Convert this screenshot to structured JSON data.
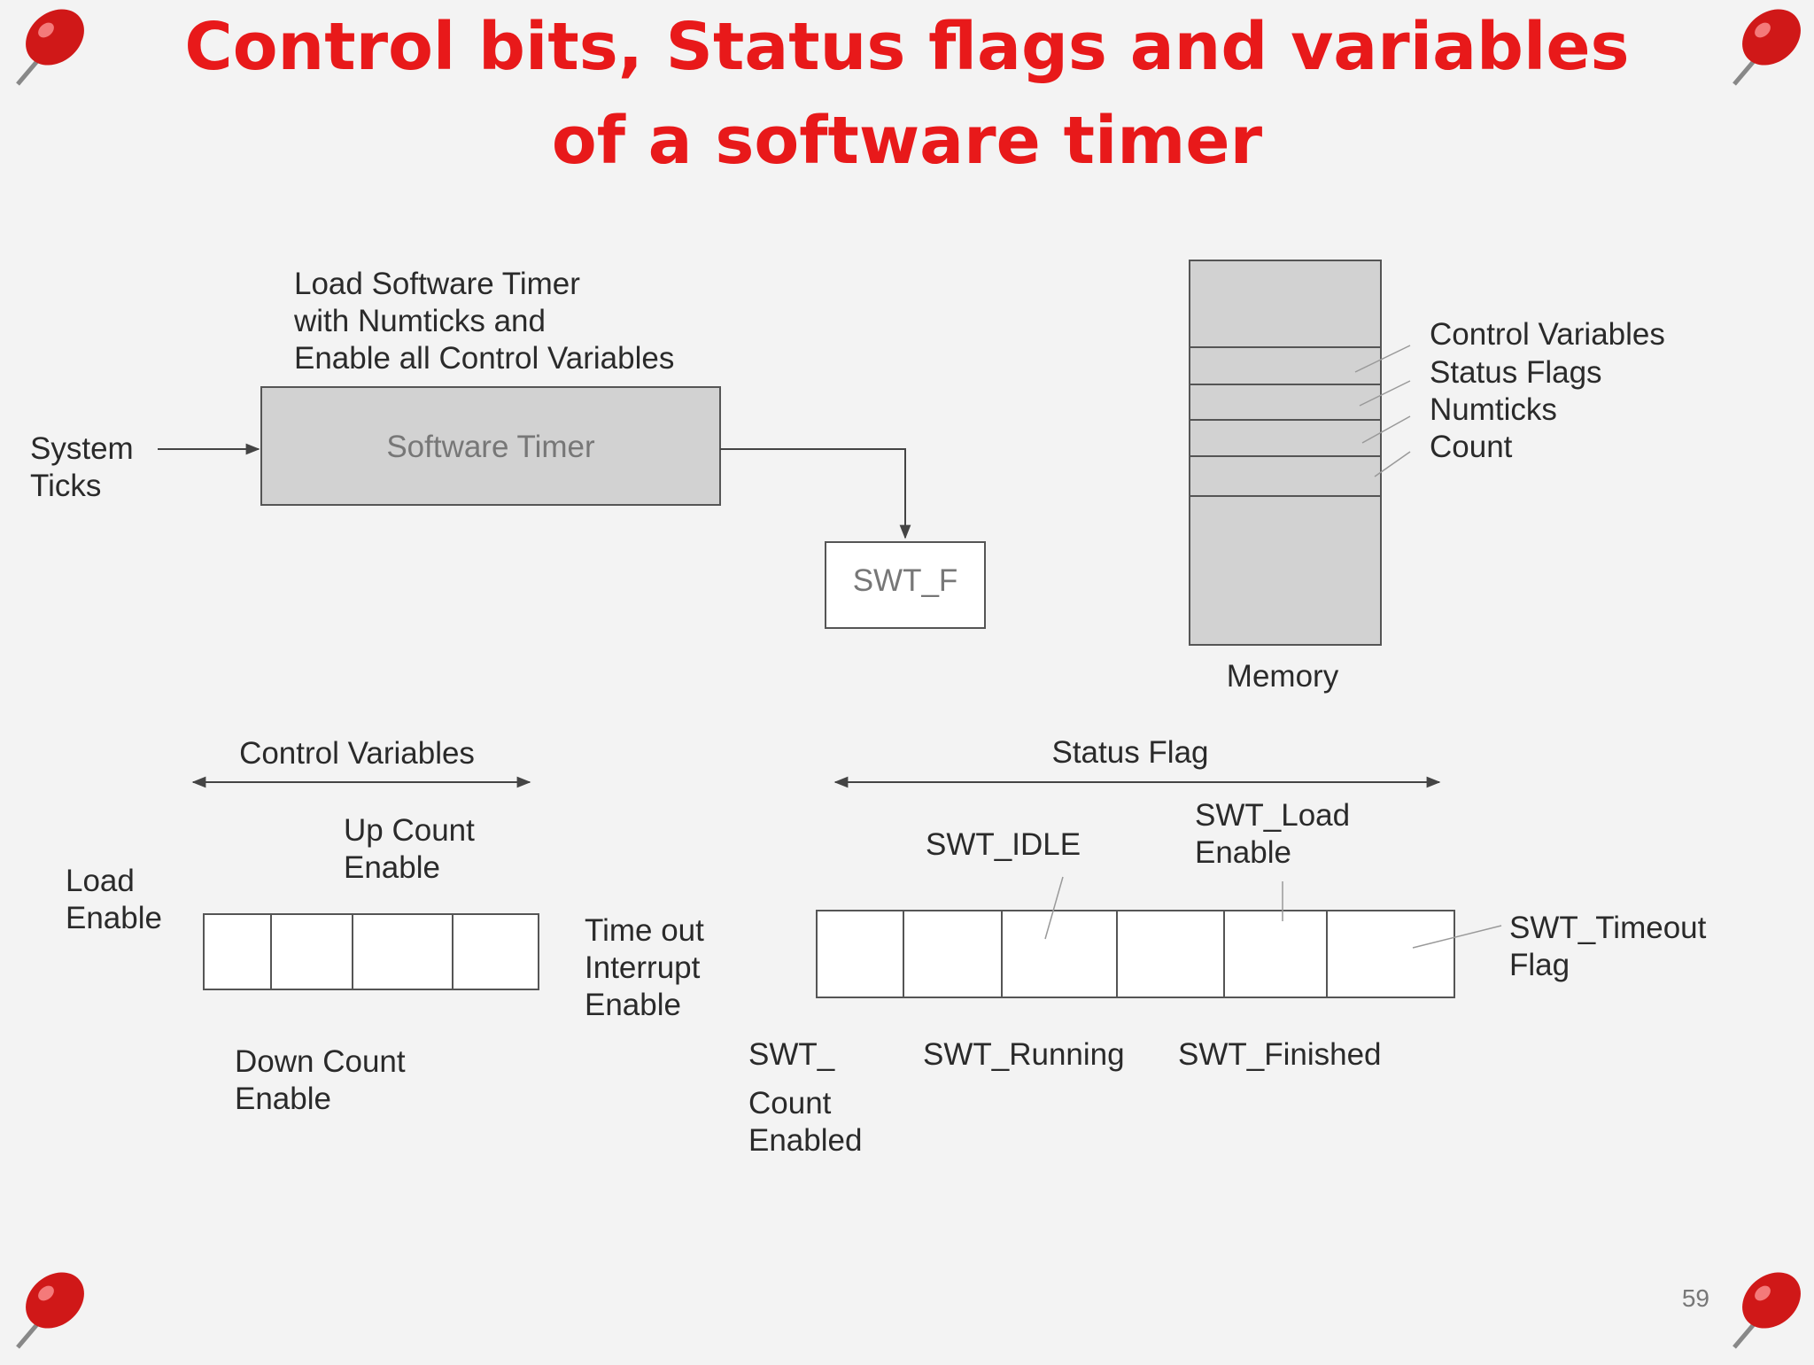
{
  "title": "Control bits, Status flags and variables of a software timer",
  "page_number": "59",
  "colors": {
    "title": "#e8191a",
    "box_fill": "#d2d2d2",
    "line": "#555555",
    "pin": "#d01818"
  },
  "diagram": {
    "system_ticks": [
      "System",
      "Ticks"
    ],
    "load_note": [
      "Load Software Timer",
      "with Numticks and",
      "Enable all Control Variables"
    ],
    "software_timer": "Software Timer",
    "swt_f": "SWT_F",
    "memory": {
      "caption": "Memory",
      "labels": [
        "Control Variables",
        "Status Flags",
        "Numticks",
        "Count"
      ]
    },
    "control_variables": {
      "heading": "Control Variables",
      "load_enable": [
        "Load",
        "Enable"
      ],
      "up_count_enable": [
        "Up Count",
        "Enable"
      ],
      "down_count_enable": [
        "Down Count",
        "Enable"
      ],
      "timeout_interrupt_enable": [
        "Time out",
        "Interrupt",
        "Enable"
      ]
    },
    "status_flag": {
      "heading": "Status Flag",
      "swt_idle": "SWT_IDLE",
      "swt_load_enable": [
        "SWT_Load",
        "Enable"
      ],
      "swt_timeout_flag": [
        "SWT_Timeout",
        "Flag"
      ],
      "swt_count_enabled": [
        "SWT_",
        "Count",
        "Enabled"
      ],
      "swt_running": "SWT_Running",
      "swt_finished": "SWT_Finished"
    }
  }
}
